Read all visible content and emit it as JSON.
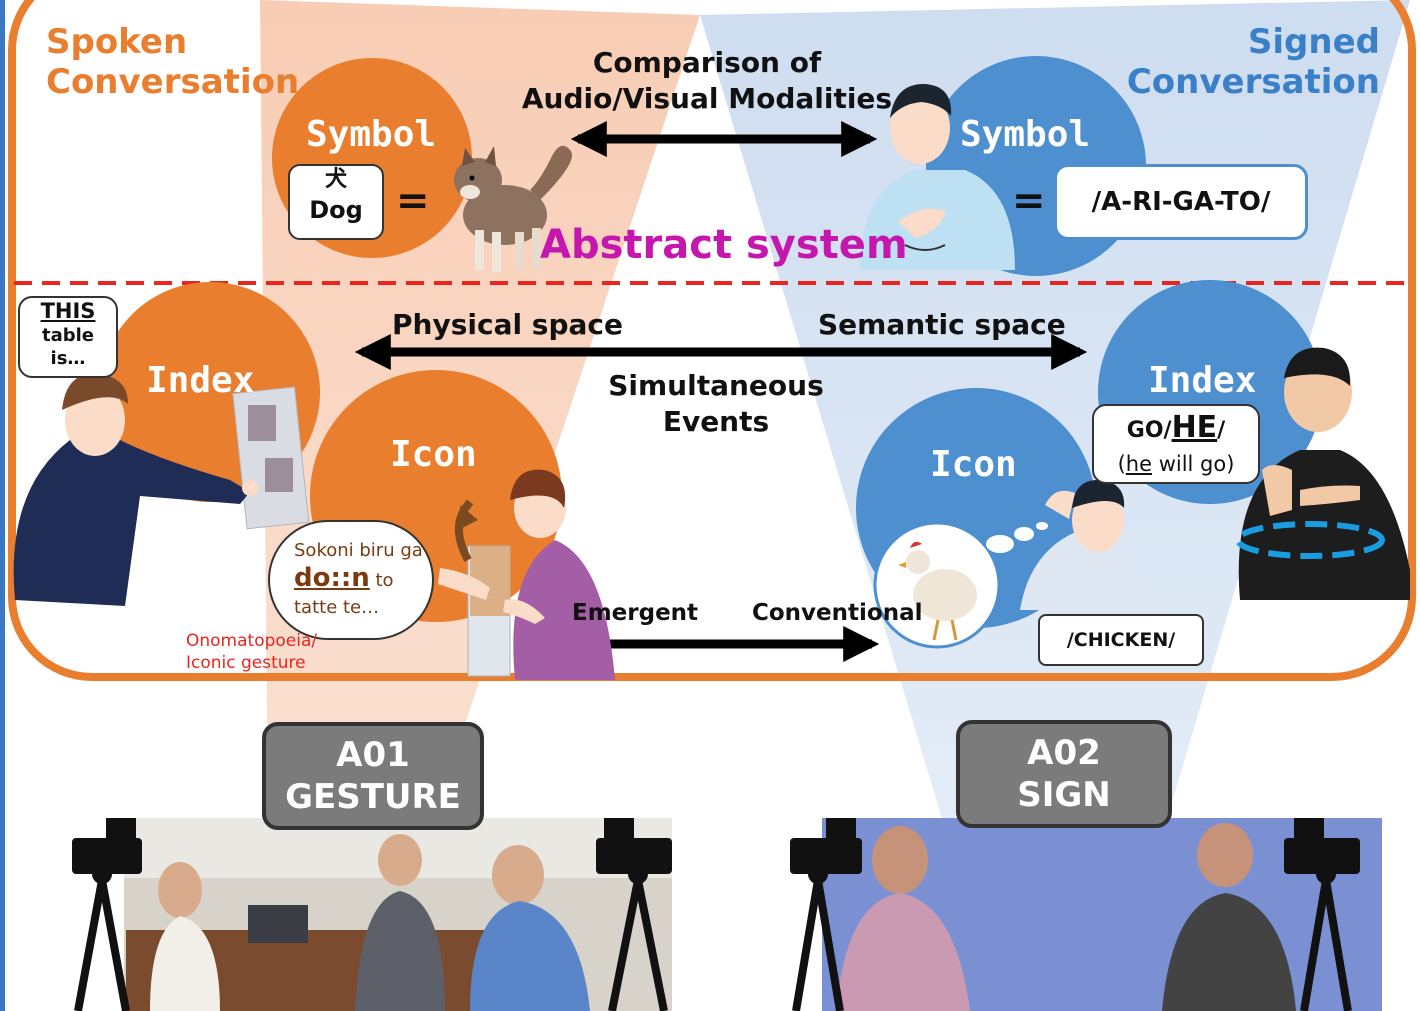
{
  "colors": {
    "orange": "#e97e2f",
    "blue": "#4d8fcf",
    "magenta": "#c516ad",
    "red_note": "#e8261f",
    "dashed_line": "#e8261f",
    "tag_gray": "#7b7b7b"
  },
  "spoken": {
    "title_line1": "Spoken",
    "title_line2": "Conversation"
  },
  "signed": {
    "title_line1": "Signed",
    "title_line2": "Conversation"
  },
  "comparison": {
    "line1": "Comparison of",
    "line2": "Audio/Visual Modalities"
  },
  "abstract_system": "Abstract system",
  "symbol_left": {
    "label": "Symbol",
    "kanji": "犬",
    "word": "Dog",
    "equals": "="
  },
  "symbol_right": {
    "label": "Symbol",
    "equals": "=",
    "gloss": "/A-RI-GA-TO/"
  },
  "index_left": {
    "label": "Index",
    "speech_line1": "THIS",
    "speech_line2": "table",
    "speech_line3": "is…"
  },
  "index_right": {
    "label": "Index",
    "gloss_prefix": "GO/",
    "gloss_main": "HE",
    "gloss_suffix": "/",
    "paren_open": "(",
    "paren_he": "he",
    "paren_rest": " will go)"
  },
  "physical_space": "Physical space",
  "semantic_space": "Semantic space",
  "simultaneous": {
    "line1": "Simultaneous",
    "line2": "Events"
  },
  "icon_left": {
    "label": "Icon",
    "speech_line1": "Sokoni biru ga",
    "speech_strong": "do::n",
    "speech_to": " to",
    "speech_line3": "tatte te…",
    "note_line1": "Onomatopoeia/",
    "note_line2": "Iconic gesture"
  },
  "icon_right": {
    "label": "Icon",
    "gloss": "/CHICKEN/"
  },
  "emergent": "Emergent",
  "conventional": "Conventional",
  "a01": {
    "line1": "A01",
    "line2": "GESTURE"
  },
  "a02": {
    "line1": "A02",
    "line2": "SIGN"
  },
  "icons": [
    "dog-illustration",
    "signer-man-icon",
    "pointing-man-icon",
    "woman-gesturing-icon",
    "chicken-icon",
    "thought-bubble-icon",
    "signer-pointing-icon",
    "video-camera-icon"
  ]
}
